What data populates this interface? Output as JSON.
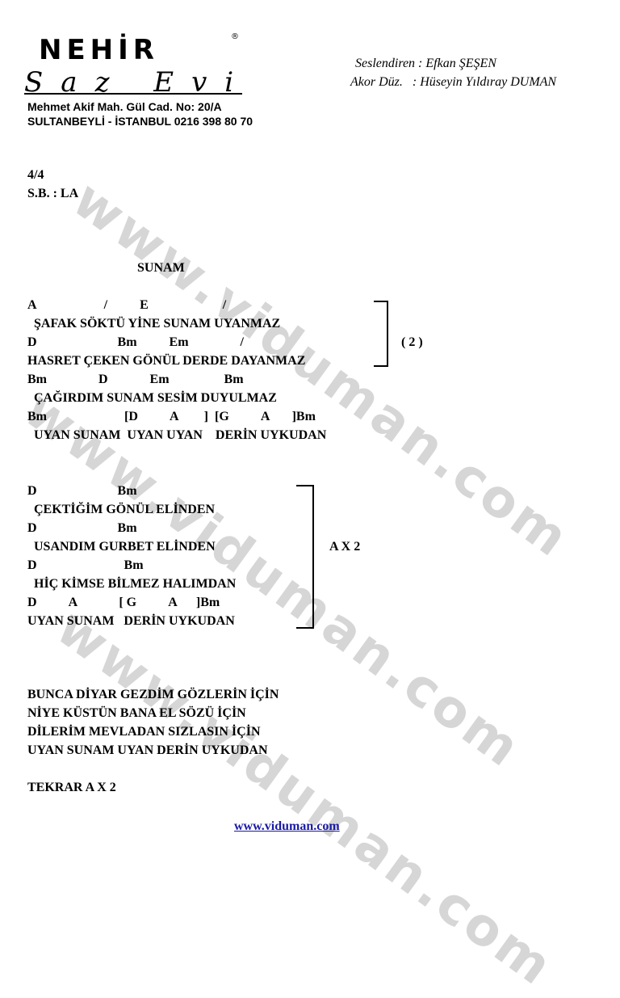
{
  "logo": {
    "brand": "NEHİR",
    "registered": "®",
    "script": "Saz Evi",
    "address_line1": "Mehmet Akif Mah. Gül Cad. No: 20/A",
    "address_line2": "SULTANBEYLİ - İSTANBUL 0216 398 80 70"
  },
  "credits": {
    "performer": "Seslendiren : Efkan ŞEŞEN",
    "arranger": "Akor Düz.   : Hüseyin Yıldıray DUMAN"
  },
  "meta": {
    "time_signature": "4/4",
    "key": "S.B. : LA"
  },
  "title": "SUNAM",
  "verse1": {
    "repeat": "( 2 )",
    "lines": [
      {
        "chords": "A                     /          E                       /",
        "lyric": "  ŞAFAK SÖKTÜ YİNE SUNAM UYANMAZ"
      },
      {
        "chords": "D                         Bm          Em                /",
        "lyric": "HASRET ÇEKEN GÖNÜL DERDE DAYANMAZ"
      },
      {
        "chords": "Bm                D             Em                 Bm",
        "lyric": "  ÇAĞIRDIM SUNAM SESİM DUYULMAZ"
      },
      {
        "chords": "Bm                        [D          A        ]  [G          A       ]Bm",
        "lyric": "  UYAN SUNAM  UYAN UYAN    DERİN UYKUDAN"
      }
    ]
  },
  "verse2": {
    "repeat": "A X 2",
    "lines": [
      {
        "chords": "D                         Bm",
        "lyric": "  ÇEKTİĞİM GÖNÜL ELİNDEN"
      },
      {
        "chords": "D                         Bm",
        "lyric": "  USANDIM GURBET ELİNDEN"
      },
      {
        "chords": "D                           Bm",
        "lyric": "  HİÇ KİMSE BİLMEZ HALIMDAN"
      },
      {
        "chords": "D          A             [ G          A      ]Bm",
        "lyric": "UYAN SUNAM   DERİN UYKUDAN"
      }
    ]
  },
  "verse3": [
    "BUNCA DİYAR GEZDİM GÖZLERİN İÇİN",
    "NİYE KÜSTÜN BANA EL SÖZÜ İÇİN",
    "DİLERİM MEVLADAN SIZLASIN İÇİN",
    "UYAN SUNAM UYAN DERİN UYKUDAN"
  ],
  "repeat_note": "TEKRAR A X 2",
  "footer_link": "www.viduman.com",
  "watermark": "www.viduman.com"
}
